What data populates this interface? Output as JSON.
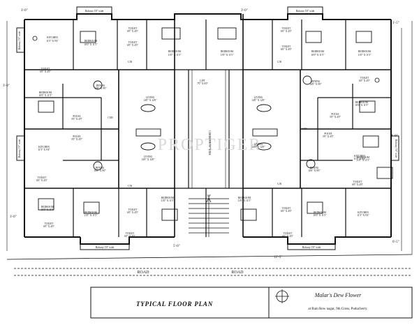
{
  "dims": {
    "d3_0_tl": "3'-0\"",
    "d3_0_tc": "3'-0\"",
    "d1_5_tr": "1'-5\"",
    "d3_0_ml": "3'-0\"",
    "d4_0_r": "4'-0\"",
    "d3_0_bl": "3'-0\"",
    "d5_0_b": "5'-0\"",
    "d6_5_br": "6'-5\"",
    "d12_5_b": "12'-5\""
  },
  "rooms": {
    "balcony_tl": "Balcony 3'0\" wide",
    "balcony_tr": "Balcony 3'0\" wide",
    "balcony_bl": "Balcony 3'0\" wide",
    "balcony_br": "Balcony 3'0\" wide",
    "balcony_side_tl": "Balcony 3'0\" wide",
    "balcony_side_ml": "Balcony 3'0\" wide",
    "balcony_side_r": "Balcony 3'0\" wide",
    "kitchen_tl": "KITCHEN",
    "kitchen_tl_sz": "11'5\" X 9'4\"",
    "bedroom_tl1": "BEDROOM",
    "bedroom_tl1_sz": "10'0\" X 11'5\"",
    "toilet_tl1": "TOILET",
    "toilet_tl1_sz": "6'0\" X 4'0\"",
    "toilet_tl2": "TOILET",
    "toilet_tl2_sz": "6'0\" X 4'0\"",
    "bedroom_tc1": "BEDROOM",
    "bedroom_tc1_sz": "11'0\" X 11'5\"",
    "bedroom_tc2": "BEDROOM",
    "bedroom_tc2_sz": "11'0\" X 11'5\"",
    "toilet_tc1": "TOILET",
    "toilet_tc1_sz": "6'0\" X 4'0\"",
    "toilet_tc2": "TOILET",
    "toilet_tc2_sz": "6'0\" X 4'0\"",
    "bedroom_tr1": "BEDROOM",
    "bedroom_tr1_sz": "10'0\" X 11'5\"",
    "bedroom_tr2": "BEDROOM",
    "bedroom_tr2_sz": "11'0\" X 11'5\"",
    "toilet_tr": "TOILET",
    "toilet_tr_sz": "6'0\" X 4'0\"",
    "toilet_tl3": "TOILET",
    "toilet_tl3_sz": "6'0\" X 4'0\"",
    "cup_tl": "C/B",
    "cup_tr": "C/B",
    "dining_tl": "DINING",
    "dining_tl_sz": "10'0\" X 9'0\"",
    "dining_tr": "DINING",
    "dining_tr_sz": "10'0\" X 9'0\"",
    "living_tl": "LIVING",
    "living_tl_sz": "14'0\" X 12'0\"",
    "living_tr": "LIVING",
    "living_tr_sz": "14'0\" X 12'0\"",
    "lift": "LIFT",
    "lift_sz": "7'0\" X 6'0\"",
    "bedroom_ml": "BEDROOM",
    "bedroom_ml_sz": "10'0\" X 11'5\"",
    "pooja_ml1": "POOJA",
    "pooja_ml1_sz": "5'0\" X 4'0\"",
    "pooja_mr1": "POOJA",
    "pooja_mr1_sz": "5'0\" X 4'0\"",
    "bedroom_mr": "BEDROOM",
    "bedroom_mr_sz": "10'0\" X 11'5\"",
    "cub_ml": "CUB",
    "cub_mr": "CUB",
    "pooja_ml2": "POOJA",
    "pooja_ml2_sz": "5'0\" X 4'0\"",
    "pooja_mr2": "POOJA",
    "pooja_mr2_sz": "5'0\" X 4'0\"",
    "kitchen_ml": "KITCHEN",
    "kitchen_ml_sz": "11'5\" X 9'4\"",
    "kitchen_mr": "KITCHEN",
    "kitchen_mr_sz": "11'5\" X 9'4\"",
    "corridor": "CORRIDOR 5'0\" WIDE",
    "living_bl": "LIVING",
    "living_bl_sz": "14'0\" X 12'0\"",
    "living_br": "LIVING",
    "living_br_sz": "14'0\" X 12'0\"",
    "dining_bl": "DINING",
    "dining_bl_sz": "10'0\" X 9'0\"",
    "dining_br": "DINING",
    "dining_br_sz": "10'0\" X 9'0\"",
    "toilet_bl1": "TOILET",
    "toilet_bl1_sz": "6'0\" X 4'0\"",
    "bedroom_mr2": "BEDROOM",
    "bedroom_mr2_sz": "11'0\" X 11'5\"",
    "toilet_mr2": "TOILET",
    "toilet_mr2_sz": "6'0\" X 4'0\"",
    "bedroom_bl": "BEDROOM",
    "bedroom_bl_sz": "10'0\" X 11'5\"",
    "bedroom_bl2": "BEDROOM",
    "bedroom_bl2_sz": "11'0\" X 11'5\"",
    "toilet_bl2": "TOILET",
    "toilet_bl2_sz": "6'0\" X 4'0\"",
    "cub_bl": "C/B",
    "cub_br": "C/B",
    "bedroom_bc1": "BEDROOM",
    "bedroom_bc1_sz": "11'0\" X 11'5\"",
    "bedroom_bc2": "BEDROOM",
    "bedroom_bc2_sz": "11'0\" X 11'5\"",
    "toilet_br1": "TOILET",
    "toilet_br1_sz": "6'0\" X 4'0\"",
    "bedroom_br": "BEDROOM",
    "bedroom_br_sz": "10'0\" X 11'5\"",
    "kitchen_br": "KITCHEN",
    "kitchen_br_sz": "11'5\" X 9'4\"",
    "toilet_bl3": "TOILET",
    "toilet_bl3_sz": "6'0\" X 4'0\"",
    "toilet_br2": "TOILET",
    "toilet_br2_sz": "6'0\" X 4'0\"",
    "toilet_bc1": "TOILET",
    "toilet_bc1_sz": "6'0\" X 4'0\""
  },
  "road_left": "ROAD",
  "road_right": "ROAD",
  "stair_up": "UP",
  "watermark": "PROPTIGER",
  "title_block": {
    "plan_title": "TYPICAL FLOOR PLAN",
    "project_name": "Malar's Dew Flower",
    "address": "at Rain Row nagar, 9th Cross, Puducherry."
  }
}
